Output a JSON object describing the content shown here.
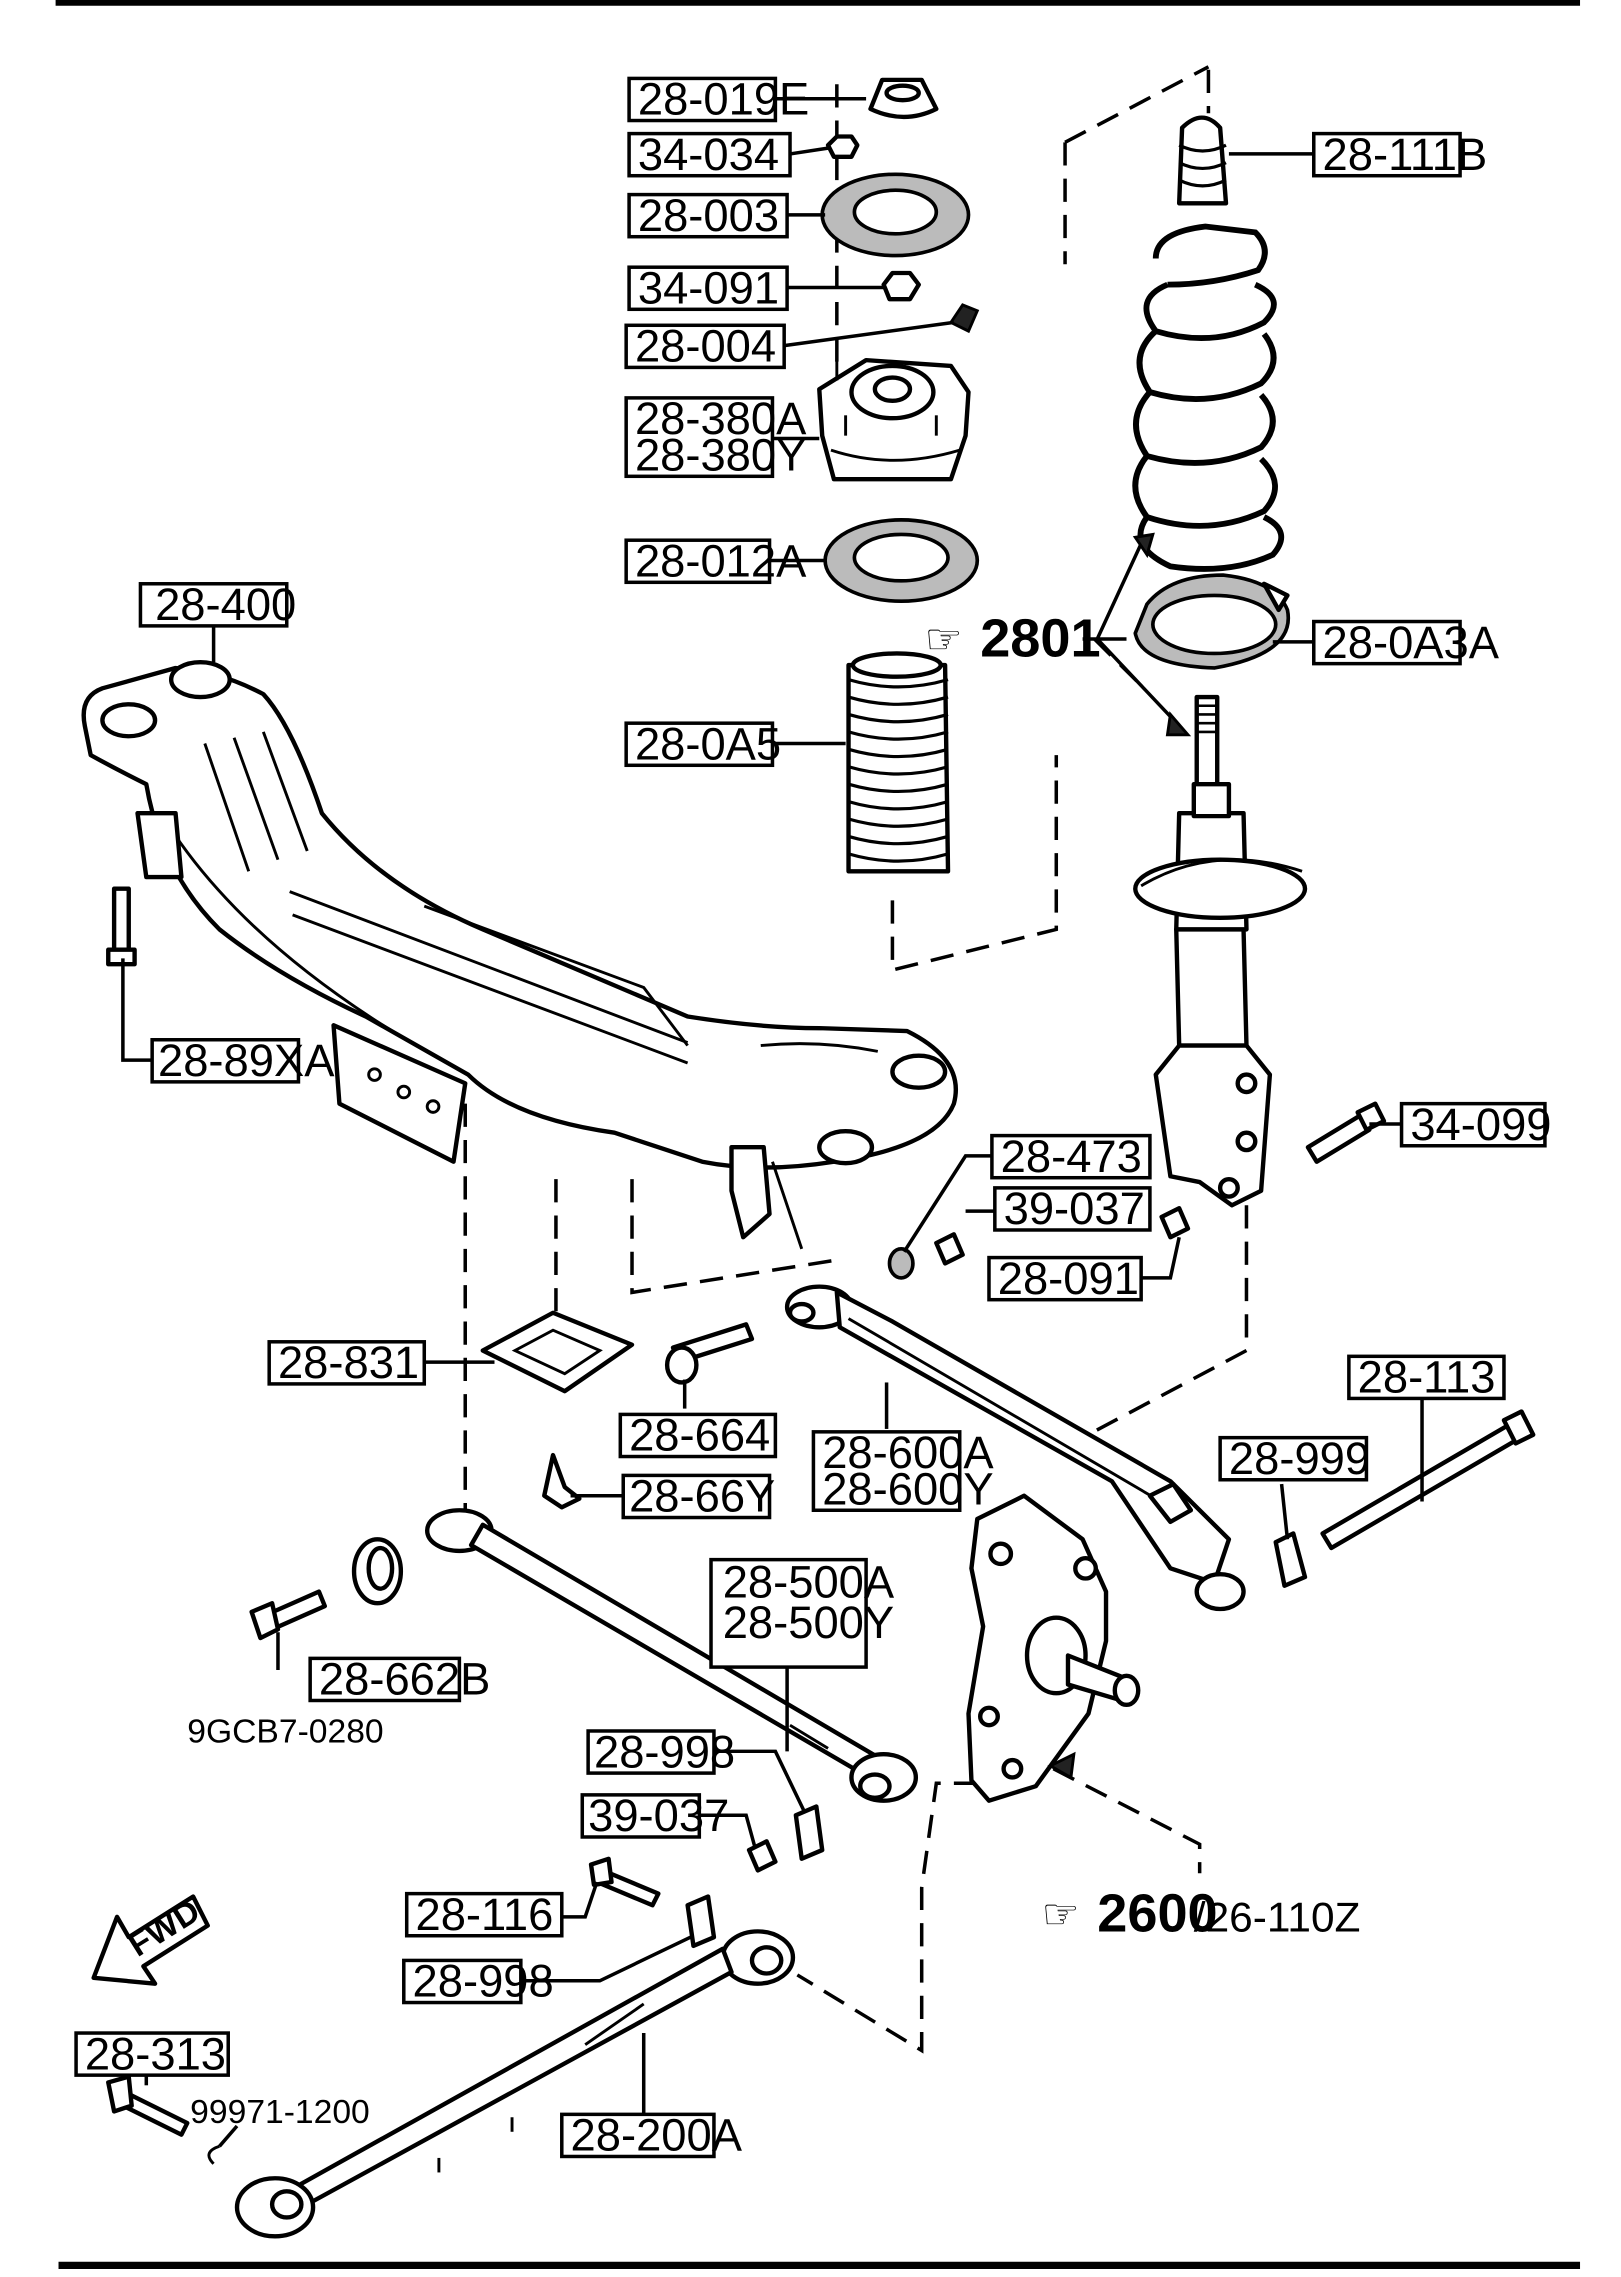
{
  "labels": {
    "l_28_019E": "28-019E",
    "l_34_034": "34-034",
    "l_28_003": "28-003",
    "l_34_091": "34-091",
    "l_28_004": "28-004",
    "l_28_380A": "28-380A",
    "l_28_380Y": "28-380Y",
    "l_28_012A": "28-012A",
    "l_28_0A5": "28-0A5",
    "l_28_111B": "28-111B",
    "l_28_0A3A": "28-0A3A",
    "l_28_400": "28-400",
    "l_28_89XA": "28-89XA",
    "l_34_099": "34-099",
    "l_28_473": "28-473",
    "l_39_037_a": "39-037",
    "l_28_091": "28-091",
    "l_28_831": "28-831",
    "l_28_664": "28-664",
    "l_28_66Y": "28-66Y",
    "l_28_600A": "28-600A",
    "l_28_600Y": "28-600Y",
    "l_28_113": "28-113",
    "l_28_999": "28-999",
    "l_28_500A": "28-500A",
    "l_28_500Y": "28-500Y",
    "l_28_662B": "28-662B",
    "l_28_998_a": "28-998",
    "l_39_037_b": "39-037",
    "l_28_116": "28-116",
    "l_28_998_b": "28-998",
    "l_28_313": "28-313",
    "l_28_200A": "28-200A"
  },
  "free_text": {
    "t_9GCB7": "9GCB7-0280",
    "t_99971": "99971-1200"
  },
  "references": {
    "ref_2801": "2801",
    "ref_2600": "2600",
    "ref_2600_suffix": "/26-110Z",
    "pointer_glyph": "☞"
  },
  "fwd_arrow": {
    "text": "FWD",
    "icon": "forward-arrow-icon"
  }
}
